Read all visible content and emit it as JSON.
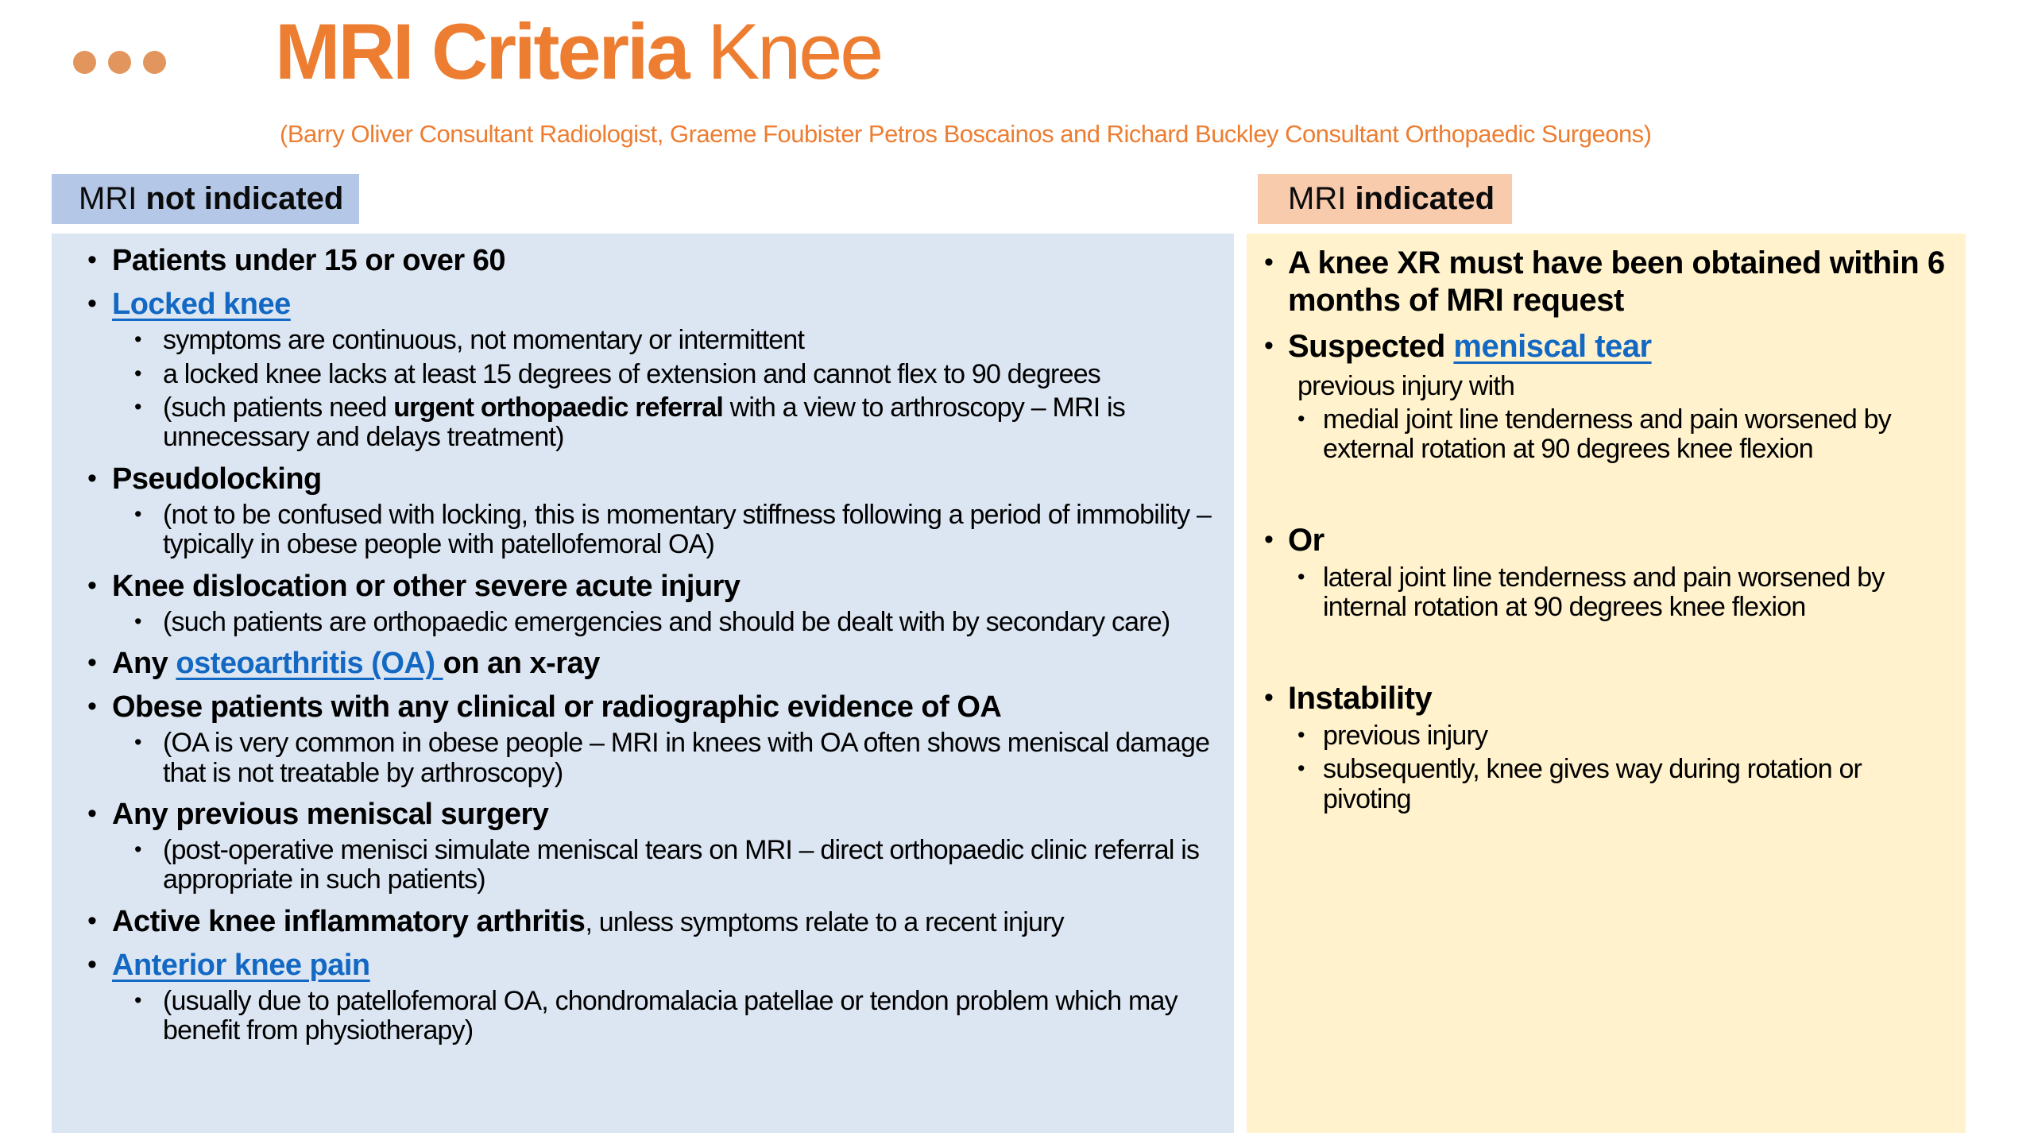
{
  "header": {
    "title_main": "MRI Criteria ",
    "title_sub": "Knee",
    "subtitle": "(Barry Oliver Consultant Radiologist, Graeme Foubister Petros Boscainos and Richard Buckley Consultant Orthopaedic Surgeons)"
  },
  "colors": {
    "accent_orange": "#ED7D31",
    "dots_orange": "#E2955C",
    "header_blue_bg": "#B4C7E7",
    "header_peach_bg": "#F8CBAD",
    "panel_blue_bg": "#DCE6F2",
    "panel_yellow_bg": "#FFF2CC",
    "link_blue": "#1268C3",
    "text_black": "#000000"
  },
  "columns": {
    "not_indicated": {
      "header_prefix": "MRI ",
      "header_emphasis": "not indicated",
      "items": [
        {
          "level": 1,
          "runs": [
            {
              "t": "Patients under 15 or over 60",
              "s": "bold"
            }
          ]
        },
        {
          "level": 1,
          "runs": [
            {
              "t": "Locked knee",
              "s": "link"
            }
          ]
        },
        {
          "level": 2,
          "runs": [
            {
              "t": "symptoms are continuous, not momentary or intermittent",
              "s": "normal"
            }
          ]
        },
        {
          "level": 2,
          "runs": [
            {
              "t": "a locked knee lacks at least 15 degrees of extension and cannot flex to 90 degrees",
              "s": "normal"
            }
          ]
        },
        {
          "level": 2,
          "runs": [
            {
              "t": "(such patients need ",
              "s": "normal"
            },
            {
              "t": "urgent orthopaedic referral",
              "s": "bold"
            },
            {
              "t": " with a view to arthroscopy – MRI is unnecessary and delays treatment)",
              "s": "normal"
            }
          ]
        },
        {
          "level": 1,
          "runs": [
            {
              "t": "Pseudolocking",
              "s": "bold"
            }
          ]
        },
        {
          "level": 2,
          "runs": [
            {
              "t": "(not to be confused with locking, this is momentary stiffness following a period of immobility – typically in obese people with patellofemoral OA)",
              "s": "normal"
            }
          ]
        },
        {
          "level": 1,
          "runs": [
            {
              "t": "Knee dislocation or other severe acute injury",
              "s": "bold"
            }
          ]
        },
        {
          "level": 2,
          "runs": [
            {
              "t": "(such patients are orthopaedic emergencies and should be dealt with by secondary care)",
              "s": "normal"
            }
          ]
        },
        {
          "level": 1,
          "runs": [
            {
              "t": "Any ",
              "s": "bold"
            },
            {
              "t": "osteoarthritis (OA) ",
              "s": "link"
            },
            {
              "t": "on an x-ray",
              "s": "bold"
            }
          ]
        },
        {
          "level": 1,
          "runs": [
            {
              "t": "Obese patients with any clinical or radiographic evidence of OA",
              "s": "bold"
            }
          ]
        },
        {
          "level": 2,
          "runs": [
            {
              "t": "(OA is very common in obese people – MRI in knees with OA often shows meniscal damage that is not treatable by arthroscopy)",
              "s": "normal"
            }
          ]
        },
        {
          "level": 1,
          "runs": [
            {
              "t": "Any previous meniscal surgery",
              "s": "bold"
            }
          ]
        },
        {
          "level": 2,
          "runs": [
            {
              "t": "(post-operative menisci simulate meniscal tears on MRI – direct orthopaedic clinic referral is appropriate in such patients)",
              "s": "normal"
            }
          ]
        },
        {
          "level": 1,
          "runs": [
            {
              "t": "Active knee inflammatory arthritis",
              "s": "bold"
            },
            {
              "t": ", unless symptoms relate to a recent injury",
              "s": "small"
            }
          ]
        },
        {
          "level": 1,
          "runs": [
            {
              "t": "Anterior knee pain",
              "s": "link"
            }
          ]
        },
        {
          "level": 2,
          "runs": [
            {
              "t": "(usually due to patellofemoral OA, chondromalacia patellae or tendon problem which may benefit from physiotherapy)",
              "s": "normal"
            }
          ]
        }
      ]
    },
    "indicated": {
      "header_prefix": "MRI ",
      "header_emphasis": "indicated",
      "items": [
        {
          "level": 1,
          "runs": [
            {
              "t": "A knee XR must have been obtained within 6 months of MRI request",
              "s": "bold"
            }
          ]
        },
        {
          "level": 1,
          "runs": [
            {
              "t": "Suspected ",
              "s": "bold"
            },
            {
              "t": "meniscal tear",
              "s": "link"
            }
          ]
        },
        {
          "level": "plain",
          "runs": [
            {
              "t": "previous injury with",
              "s": "normal"
            }
          ]
        },
        {
          "level": 2,
          "runs": [
            {
              "t": "medial joint line tenderness and pain worsened by external rotation at 90 degrees knee flexion",
              "s": "normal"
            }
          ]
        },
        {
          "level": 1,
          "gap": true,
          "runs": [
            {
              "t": "Or",
              "s": "bold"
            }
          ]
        },
        {
          "level": 2,
          "runs": [
            {
              "t": "lateral joint line tenderness and pain worsened by internal rotation at 90 degrees knee flexion",
              "s": "normal"
            }
          ]
        },
        {
          "level": 1,
          "gap": true,
          "runs": [
            {
              "t": "Instability",
              "s": "bold"
            }
          ]
        },
        {
          "level": 2,
          "runs": [
            {
              "t": "previous injury",
              "s": "normal"
            }
          ]
        },
        {
          "level": 2,
          "runs": [
            {
              "t": "subsequently,  knee gives way during rotation or pivoting",
              "s": "normal"
            }
          ]
        }
      ]
    }
  }
}
